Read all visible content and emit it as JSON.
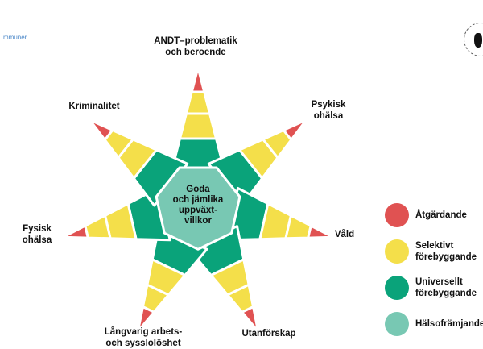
{
  "corner_text": "mmuner",
  "center_label": "Goda\noch jämlika\nuppväxt-\nvillkor",
  "labels": {
    "andt": "ANDT–problematik\noch beroende",
    "psykisk": "Psykisk\nohälsa",
    "vald": "Våld",
    "utanforskap": "Utanförskap",
    "langvarig": "Långvarig arbets-\noch sysslolöshet",
    "fysisk": "Fysisk\nohälsa",
    "kriminalitet": "Kriminalitet"
  },
  "legend": [
    {
      "label": "Åtgärdande",
      "color": "#e05252"
    },
    {
      "label": "Selektivt\nförebyggande",
      "color": "#f4df4a"
    },
    {
      "label": "Universellt\nförebyggande",
      "color": "#0aa37a"
    },
    {
      "label": "Hälsofrämjande",
      "color": "#78c8b3"
    }
  ],
  "colors": {
    "center": "#78c8b3",
    "green": "#0aa37a",
    "yellow": "#f4df4a",
    "red": "#e05252"
  }
}
